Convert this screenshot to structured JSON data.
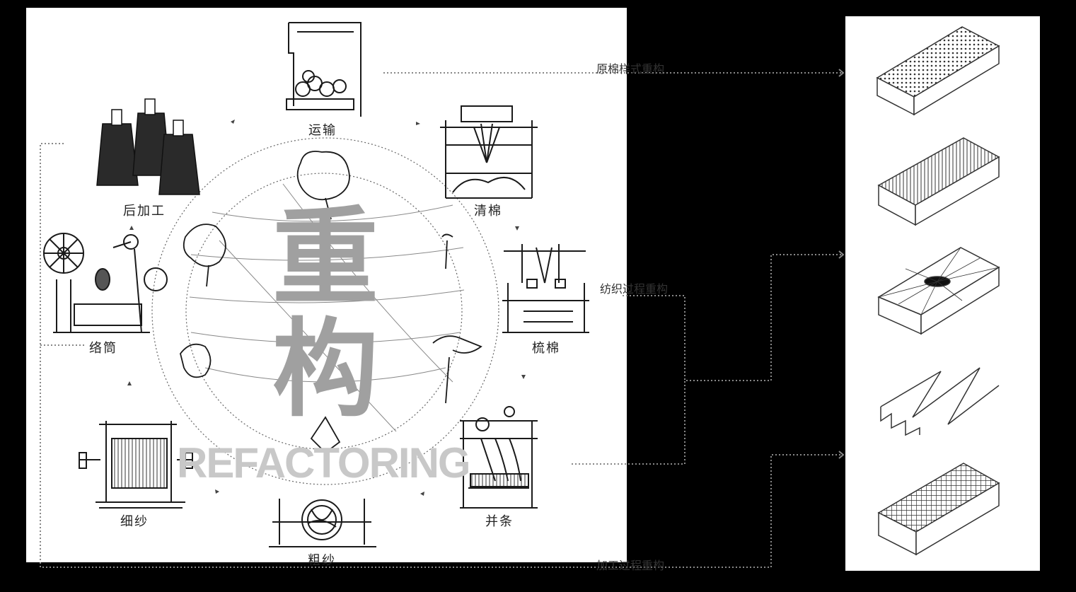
{
  "center": {
    "title_line1": "重",
    "title_line2": "构",
    "english": "REFACTORING"
  },
  "stages": [
    {
      "id": "transport",
      "label": "运输"
    },
    {
      "id": "cleaning",
      "label": "清棉"
    },
    {
      "id": "carding",
      "label": "梳棉"
    },
    {
      "id": "drawing",
      "label": "并条"
    },
    {
      "id": "roving",
      "label": "粗纱"
    },
    {
      "id": "spinning",
      "label": "细纱"
    },
    {
      "id": "winding",
      "label": "络筒"
    },
    {
      "id": "finishing",
      "label": "后加工"
    }
  ],
  "categories": [
    {
      "label": "原棉样式重构"
    },
    {
      "label": "纺织过程重构"
    },
    {
      "label": "加工过程重构"
    }
  ],
  "palette": {
    "background": "#000000",
    "panel": "#ffffff",
    "ink": "#1a1a1a",
    "title_gray": "#a0a0a0"
  }
}
